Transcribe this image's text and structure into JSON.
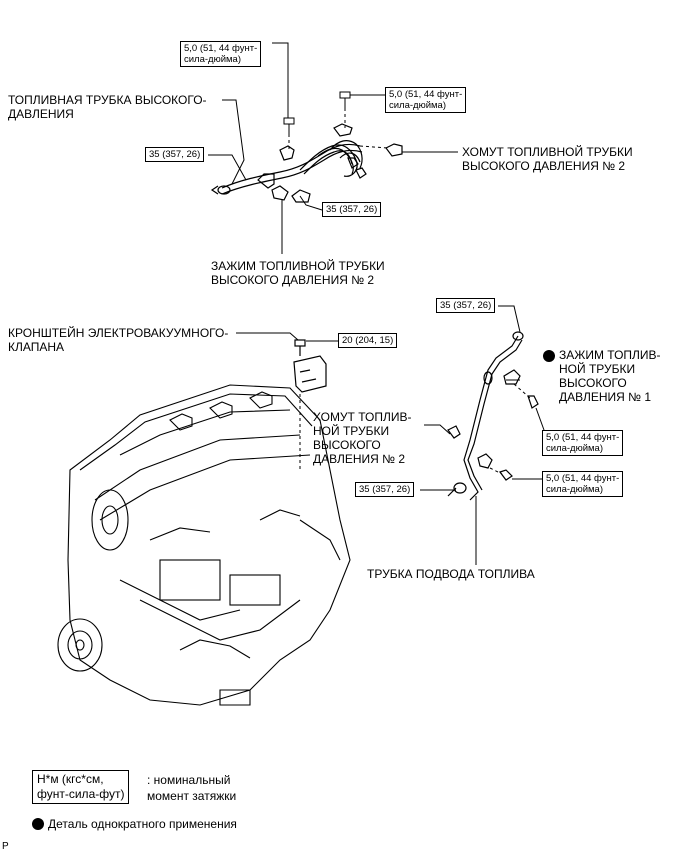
{
  "labels": {
    "hp_pipe_1": "ТОПЛИВНАЯ ТРУБКА ВЫСОКОГО-",
    "hp_pipe_2": "ДАВЛЕНИЯ",
    "clamp_top_1": "ХОМУТ ТОПЛИВНОЙ ТРУБКИ",
    "clamp_top_2": "ВЫСОКОГО ДАВЛЕНИЯ № 2",
    "clip_mid_1": "ЗАЖИМ ТОПЛИВНОЙ ТРУБКИ",
    "clip_mid_2": "ВЫСОКОГО ДАВЛЕНИЯ № 2",
    "bracket_1": "КРОНШТЕЙН ЭЛЕКТРОВАКУУМНОГО-",
    "bracket_2": "КЛАПАНА",
    "clamp_low_1": "ХОМУТ ТОПЛИВ-",
    "clamp_low_2": "НОЙ ТРУБКИ",
    "clamp_low_3": "ВЫСОКОГО",
    "clamp_low_4": "ДАВЛЕНИЯ № 2",
    "clip_r_1": "ЗАЖИМ ТОПЛИВ-",
    "clip_r_2": "НОЙ ТРУБКИ",
    "clip_r_3": "ВЫСОКОГО",
    "clip_r_4": "ДАВЛЕНИЯ № 1",
    "feed_pipe": "ТРУБКА ПОДВОДА ТОПЛИВА"
  },
  "torques": {
    "t1_l1": "5,0 (51, 44 фунт-",
    "t1_l2": "сила-дюйма)",
    "t2_l1": "5,0 (51, 44 фунт-",
    "t2_l2": "сила-дюйма)",
    "t3": "35 (357, 26)",
    "t4": "35 (357, 26)",
    "t5": "20 (204, 15)",
    "t6": "35 (357, 26)",
    "t7_l1": "5,0 (51, 44 фунт-",
    "t7_l2": "сила-дюйма)",
    "t8_l1": "5,0 (51, 44 фунт-",
    "t8_l2": "сила-дюйма)",
    "t9": "35 (357, 26)"
  },
  "legend": {
    "unit_l1": "Н*м (кгс*см,",
    "unit_l2": "фунт-сила-фут)",
    "unit_desc_l1": ": номинальный",
    "unit_desc_l2": "момент затяжки",
    "single_use": "Деталь однократного применения",
    "corner": "P"
  }
}
